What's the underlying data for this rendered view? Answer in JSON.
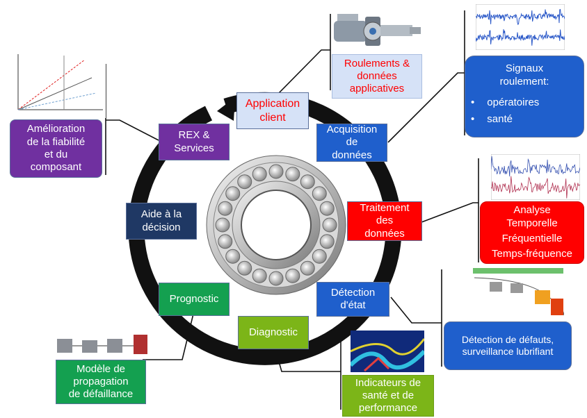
{
  "colors": {
    "purple": "#7030a0",
    "navy": "#1f3864",
    "blue": "#1f5fcc",
    "red": "#ff0000",
    "green": "#14a050",
    "lime": "#7cb518",
    "light_blue": "#d6e2f7",
    "ring": "#111111"
  },
  "cycle": {
    "application_client": "Application\nclient",
    "acquisition": "Acquisition\nde\ndonnées",
    "traitement": "Traitement\ndes\ndonnées",
    "detection": "Détection\nd'état",
    "diagnostic": "Diagnostic",
    "prognostic": "Prognostic",
    "aide": "Aide à la\ndécision",
    "rex": "REX &\nServices"
  },
  "outer": {
    "roulements": "Roulements &\ndonnées\napplicatives",
    "signaux_title": "Signaux\nroulement:",
    "signaux_items": [
      "opératoires",
      "santé"
    ],
    "bullet": "•",
    "analyse": "Analyse\nTemporelle",
    "frequentielle": "Fréquentielle",
    "temps_frequence": "Temps-fréquence",
    "detection_defauts": "Détection de défauts,\nsurveillance lubrifiant",
    "indicateurs": "Indicateurs de\nsanté et de\nperformance",
    "modele": "Modèle de\npropagation\nde défaillance",
    "amelioration": "Amélioration\nde la fiabilité\net du\ncomposant"
  },
  "icons": {
    "bearing": "bearing-icon",
    "assembly": "bearing-assembly-icon",
    "cycle_arrow": "cycle-arrow-icon"
  }
}
